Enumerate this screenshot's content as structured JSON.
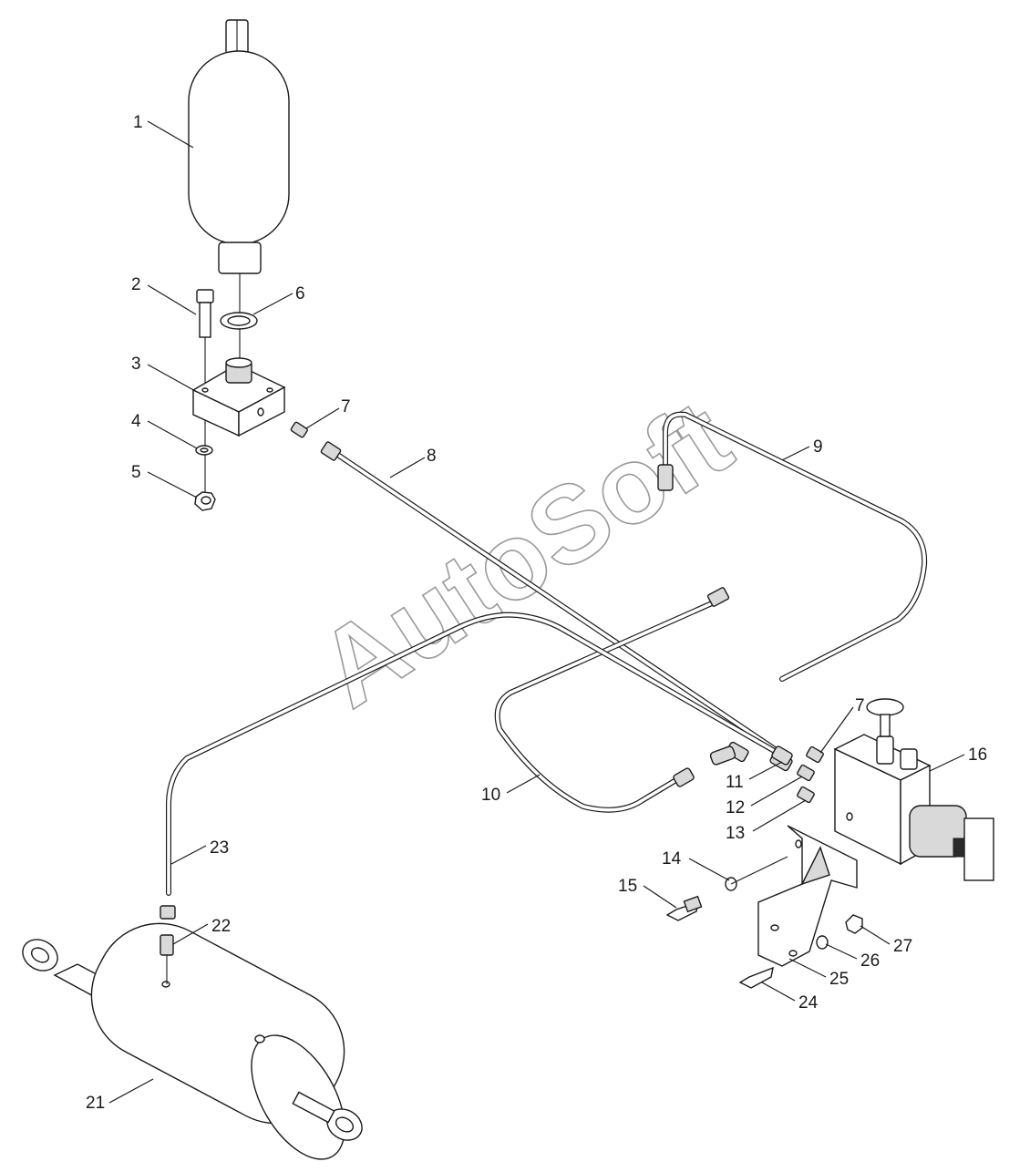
{
  "watermark": "AutoSoft",
  "callouts": [
    {
      "id": "c1",
      "text": "1"
    },
    {
      "id": "c2",
      "text": "2"
    },
    {
      "id": "c3",
      "text": "3"
    },
    {
      "id": "c4",
      "text": "4"
    },
    {
      "id": "c5",
      "text": "5"
    },
    {
      "id": "c6",
      "text": "6"
    },
    {
      "id": "c7a",
      "text": "7"
    },
    {
      "id": "c7b",
      "text": "7"
    },
    {
      "id": "c8",
      "text": "8"
    },
    {
      "id": "c9",
      "text": "9"
    },
    {
      "id": "c10",
      "text": "10"
    },
    {
      "id": "c11",
      "text": "11"
    },
    {
      "id": "c12",
      "text": "12"
    },
    {
      "id": "c13",
      "text": "13"
    },
    {
      "id": "c14",
      "text": "14"
    },
    {
      "id": "c15",
      "text": "15"
    },
    {
      "id": "c16",
      "text": "16"
    },
    {
      "id": "c21",
      "text": "21"
    },
    {
      "id": "c22",
      "text": "22"
    },
    {
      "id": "c23",
      "text": "23"
    },
    {
      "id": "c24",
      "text": "24"
    },
    {
      "id": "c25",
      "text": "25"
    },
    {
      "id": "c26",
      "text": "26"
    },
    {
      "id": "c27",
      "text": "27"
    }
  ]
}
